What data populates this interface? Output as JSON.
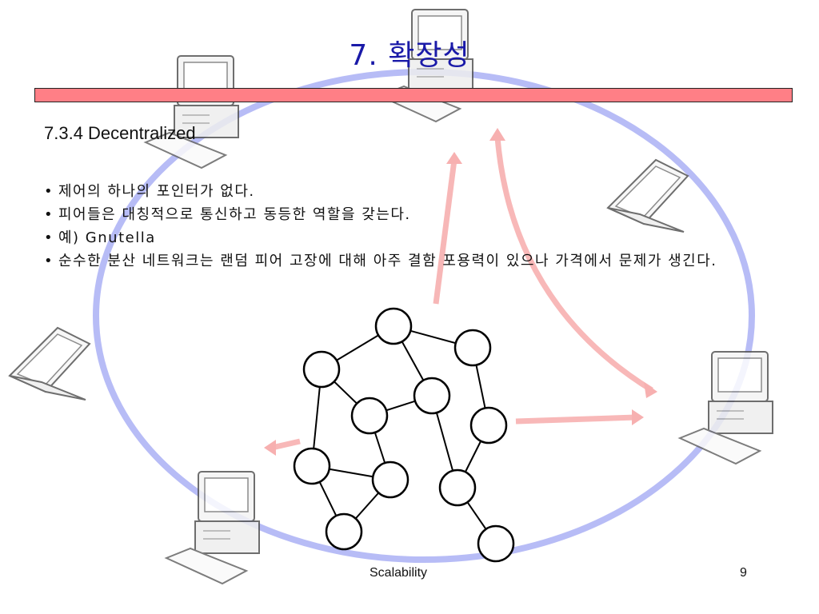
{
  "slide": {
    "title": "7. 확장성",
    "subtitle": "7.3.4 Decentralized",
    "bullets": [
      "제어의 하나의 포인터가 없다.",
      "피어들은 대칭적으로 통신하고 동등한 역할을 갖는다.",
      "예) Gnutella",
      "순수한 분산 네트워크는 랜덤 피어 고장에 대해 아주 결함 포용력이 있으나 가격에서 문제가 생긴다."
    ],
    "footer": "Scalability",
    "page_number": "9"
  },
  "colors": {
    "title": "#1a1aa8",
    "red_bar": "#ff7f86",
    "ring": "#aab0f5",
    "arrows": "#f7b0b0"
  },
  "icons": [
    "desktop-computer-icon",
    "laptop-icon",
    "network-graph"
  ]
}
